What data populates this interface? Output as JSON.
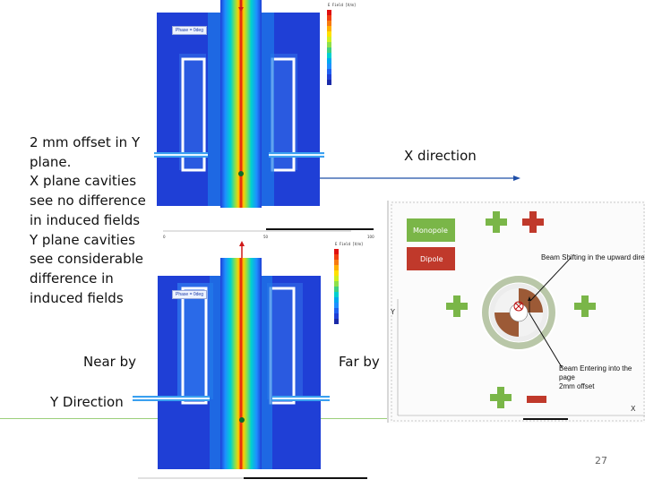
{
  "slide": {
    "description_lines": [
      "2 mm offset in Y",
      "plane.",
      "X plane cavities",
      "see no difference",
      "in induced fields",
      "Y plane cavities",
      "see considerable",
      "difference in",
      "induced fields"
    ],
    "near_label": "Near by",
    "far_label": "Far by",
    "y_direction_label": "Y Direction",
    "x_direction_label": "X direction",
    "page_number": "27"
  },
  "simulation_top": {
    "phase_label": "Phase = 0deg",
    "legend_title": "E Field [V/m]"
  },
  "simulation_bottom": {
    "phase_label": "Phase = 0deg",
    "legend_title": "E Field [V/m]"
  },
  "diagram": {
    "monopole_label": "Monopole",
    "dipole_label": "Dipole",
    "beam_shift_label": "Beam Shifting in the upward direction",
    "beam_enter_label_1": "Beam Entering into the page",
    "beam_enter_label_2": "2mm offset",
    "y_axis_label": "Y",
    "x_axis_label": "X"
  },
  "colors": {
    "field_blue": "#1f3fd6",
    "field_red": "#e01010",
    "monopole_green": "#7ab648",
    "dipole_red": "#c0392b",
    "divider_green": "#9bcf7a"
  }
}
